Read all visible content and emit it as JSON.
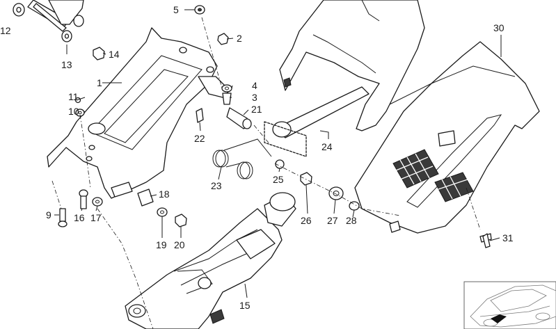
{
  "part_labels": [
    "12",
    "13",
    "14",
    "5",
    "2",
    "1",
    "11",
    "10",
    "4",
    "3",
    "21",
    "22",
    "23",
    "9",
    "16",
    "17",
    "18",
    "19",
    "20",
    "25",
    "26",
    "27",
    "28",
    "24",
    "30",
    "31",
    "15"
  ]
}
